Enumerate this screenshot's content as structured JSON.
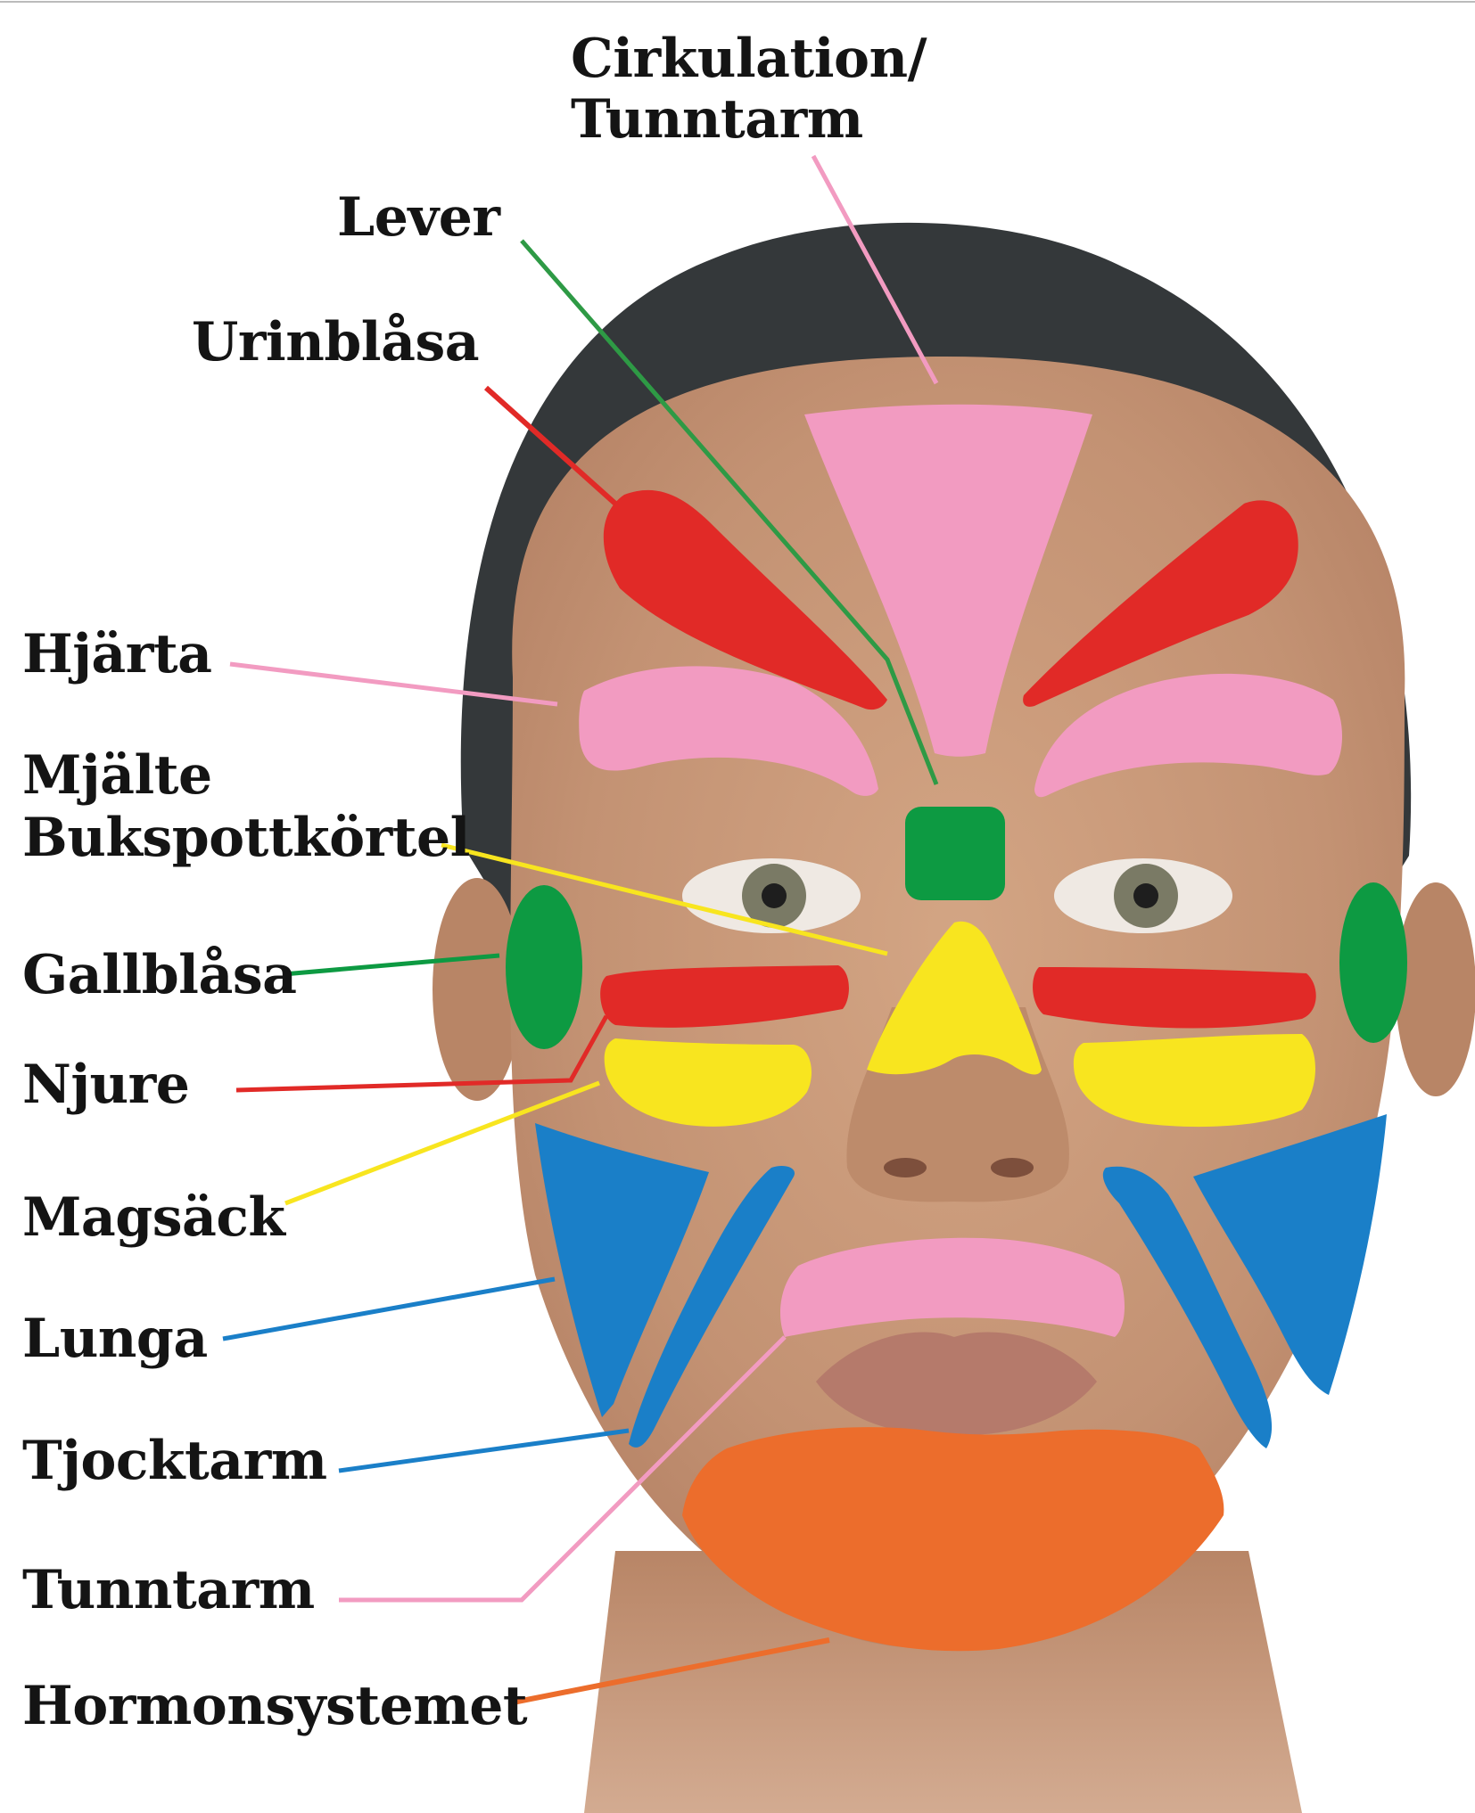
{
  "labels": {
    "cirkulation_line1": "Cirkulation/",
    "cirkulation_line2": "Tunntarm",
    "lever": "Lever",
    "urinblasa": "Urinblåsa",
    "hjarta": "Hjärta",
    "mjalte": "Mjälte",
    "bukspottkortel": "Bukspottkörtel",
    "gallblasa": "Gallblåsa",
    "njure": "Njure",
    "magsack": "Magsäck",
    "lunga": "Lunga",
    "tjocktarm": "Tjocktarm",
    "tunntarm": "Tunntarm",
    "hormonsystemet": "Hormonsystemet"
  },
  "zone_colors": {
    "pink": "#f29bc1",
    "red": "#e12a27",
    "green": "#0d9a42",
    "yellow": "#f8e51f",
    "blue": "#1a7fc8",
    "orange": "#ec6d2c"
  },
  "skin_colors": {
    "skin": "#c99a7b",
    "hair": "#34383a"
  }
}
